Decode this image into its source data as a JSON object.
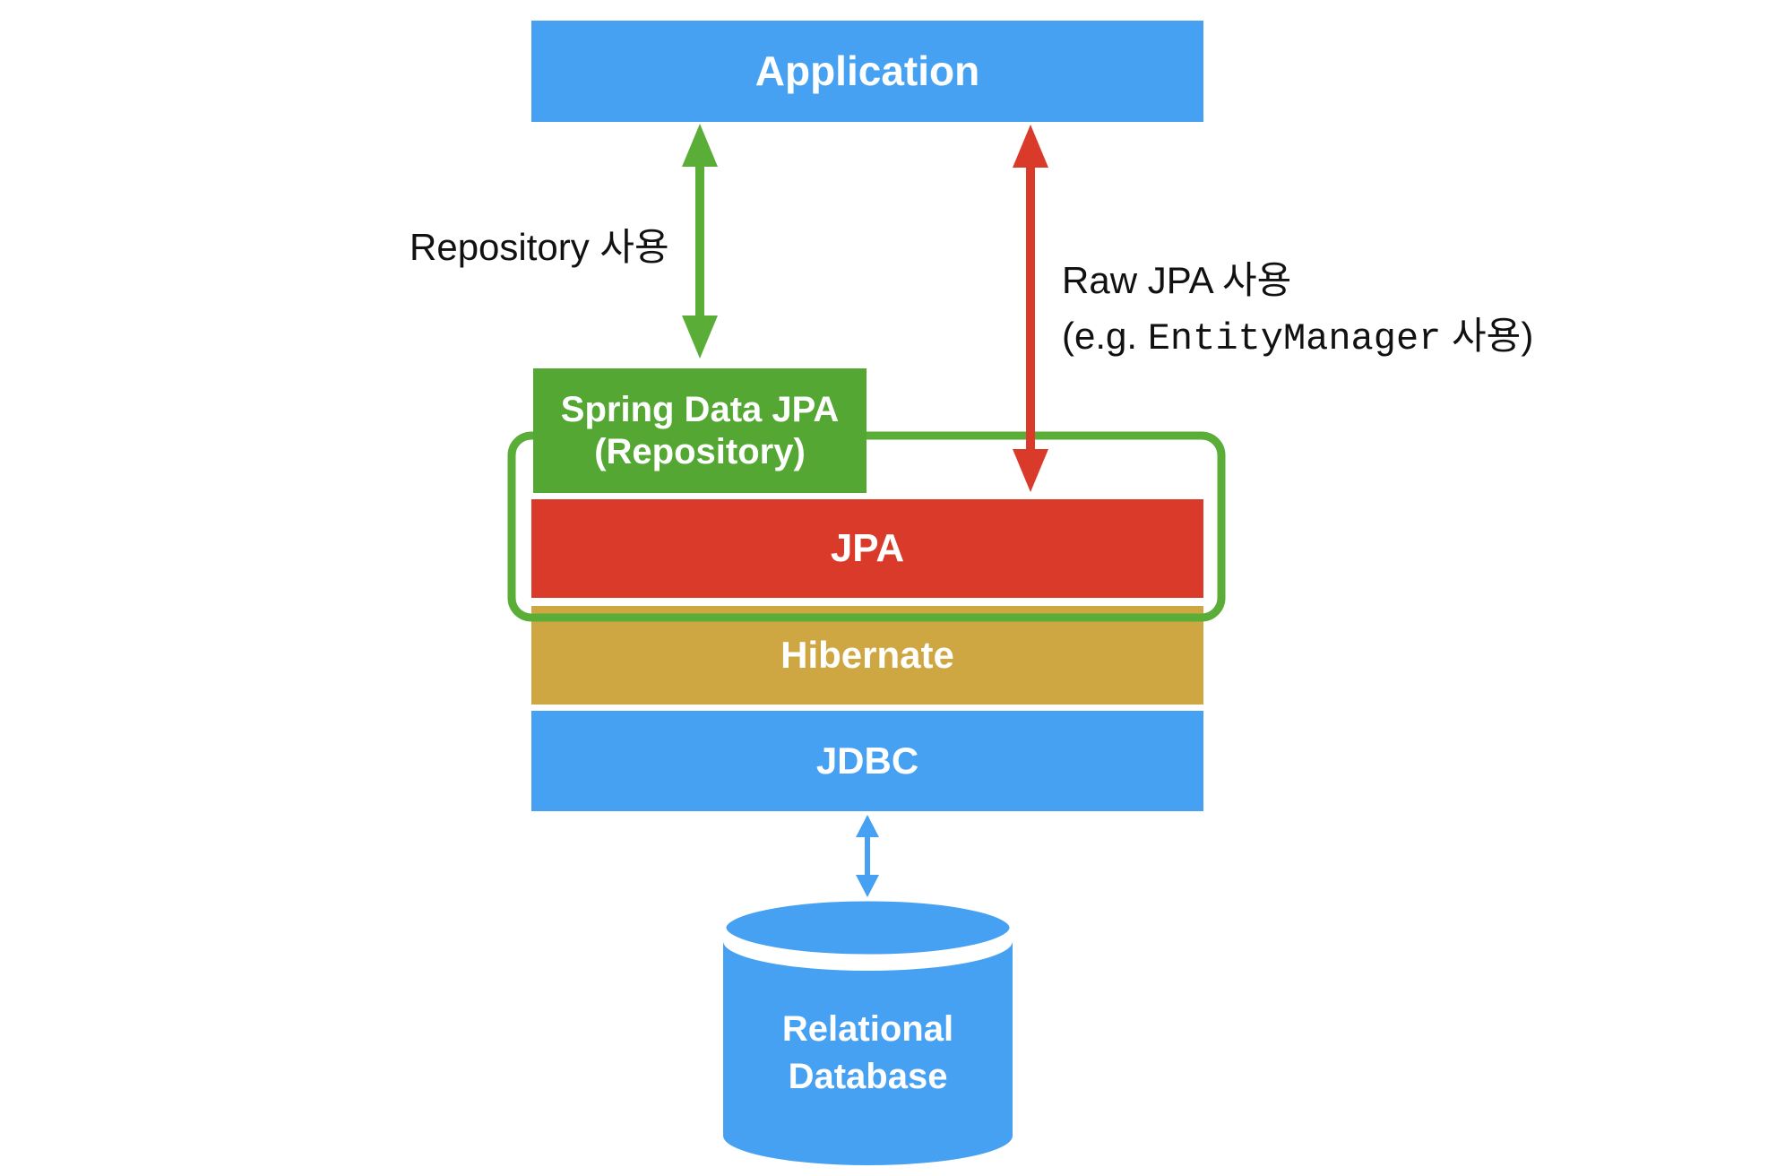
{
  "palette": {
    "blue": "#47A1F3",
    "green": "#54A732",
    "green_bright": "#5AAE38",
    "red": "#D93A2A",
    "gold": "#CEA743",
    "ink": "#111111",
    "white": "#FFFFFF"
  },
  "boxes": {
    "application": "Application",
    "spring_line1": "Spring Data JPA",
    "spring_line2": "(Repository)",
    "jpa": "JPA",
    "hibernate": "Hibernate",
    "jdbc": "JDBC",
    "db_line1": "Relational",
    "db_line2": "Database"
  },
  "annotations": {
    "repository": "Repository 사용",
    "raw_jpa_line1": "Raw JPA 사용",
    "raw_jpa_line2_prefix": "(e.g. ",
    "raw_jpa_line2_code": "EntityManager",
    "raw_jpa_line2_suffix": " 사용)"
  }
}
